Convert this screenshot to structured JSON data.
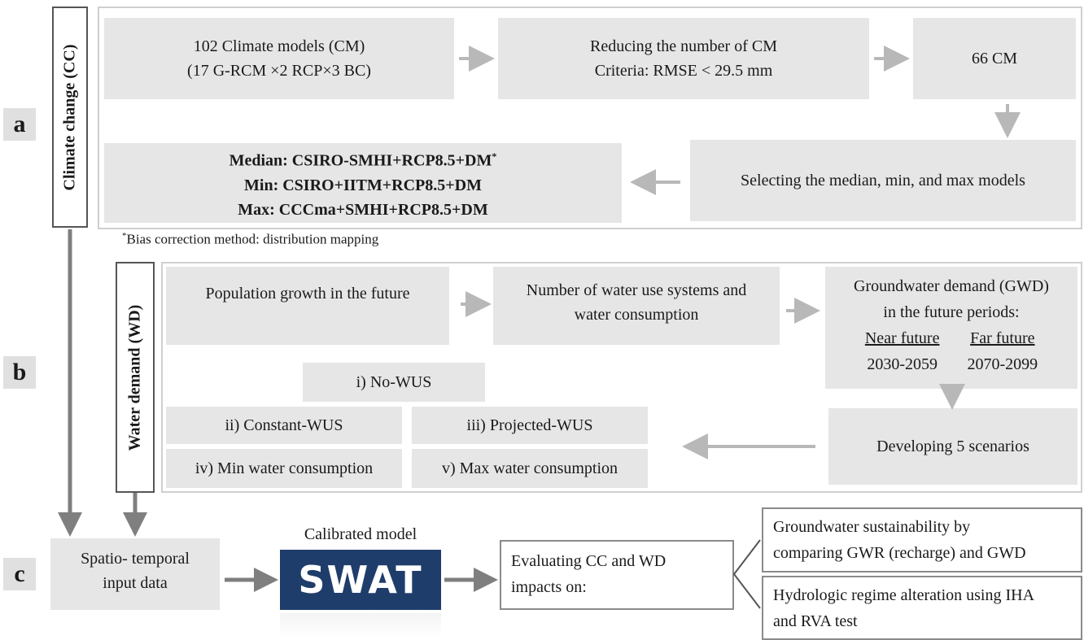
{
  "sections": {
    "a": {
      "letter": "a",
      "side_label": "Climate change (CC)",
      "box1": {
        "line1": "102 Climate models (CM)",
        "line2": "(17 G-RCM ×2 RCP×3 BC)"
      },
      "box2": {
        "line1": "Reducing the number of CM",
        "line2": "Criteria:  RMSE < 29.5 mm"
      },
      "box3": "66 CM",
      "box4": "Selecting the median, min, and max models",
      "box5": {
        "median": "Median: CSIRO-SMHI+RCP8.5+DM",
        "median_sup": "*",
        "min": "Min: CSIRO+IITM+RCP8.5+DM",
        "max": "Max: CCCma+SMHI+RCP8.5+DM"
      },
      "footnote_sup": "*",
      "footnote": "Bias  correction method: distribution mapping"
    },
    "b": {
      "letter": "b",
      "side_label": "Water demand (WD)",
      "box1": "Population growth in the future",
      "box2": {
        "line1": "Number of water use systems and",
        "line2": "water consumption"
      },
      "box3": {
        "line1": "Groundwater demand (GWD)",
        "line2": "in the future periods:",
        "near_label": "Near future",
        "near_years": "2030-2059",
        "far_label": "Far future",
        "far_years": "2070-2099"
      },
      "box4": "Developing 5 scenarios",
      "scenarios": [
        "i) No-WUS",
        "ii) Constant-WUS",
        "iii) Projected-WUS",
        "iv) Min water consumption",
        "v) Max water consumption"
      ]
    },
    "c": {
      "letter": "c",
      "input_box": {
        "line1": "Spatio- temporal",
        "line2": "input data"
      },
      "model_caption": "Calibrated model",
      "model_logo": "SWAT",
      "evaluate": {
        "line1": "Evaluating  CC and WD",
        "line2": "impacts on:"
      },
      "outcome1": {
        "line1": "Groundwater sustainability  by",
        "line2": "comparing GWR (recharge) and GWD"
      },
      "outcome2": {
        "line1": "Hydrologic regime alteration using IHA",
        "line2": "and RVA test"
      }
    }
  },
  "colors": {
    "box_fill": "#e6e6e6",
    "arrow": "#b8b8b8",
    "dark_arrow": "#7f7f7f",
    "swat_blue": "#1f3d6b"
  }
}
